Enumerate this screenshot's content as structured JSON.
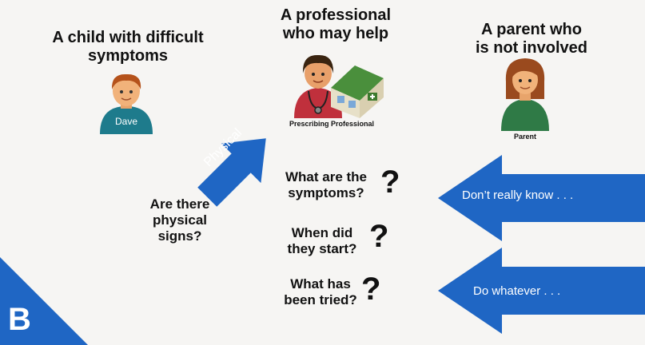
{
  "panel_letter": "B",
  "nodes": {
    "child": {
      "title_line1": "A child with difficult",
      "title_line2": "symptoms",
      "name": "Dave"
    },
    "professional": {
      "title_line1": "A professional",
      "title_line2": "who may help",
      "caption": "Prescribing Professional"
    },
    "parent": {
      "title_line1": "A parent who",
      "title_line2": "is not involved",
      "caption": "Parent"
    }
  },
  "arrows": {
    "physical": "Physical",
    "dont_know": "Don’t really know . . .",
    "do_whatever": "Do whatever . . ."
  },
  "questions": {
    "physical_signs": {
      "line1": "Are there",
      "line2": "physical",
      "line3": "signs?"
    },
    "symptoms": {
      "line1": "What are the",
      "line2": "symptoms?",
      "mark": "?"
    },
    "started": {
      "line1": "When did",
      "line2": "they start?",
      "mark": "?"
    },
    "tried": {
      "line1": "What has",
      "line2": "been tried?",
      "mark": "?"
    }
  },
  "colors": {
    "arrow": "#1f66c4",
    "page": "#f6f5f3"
  }
}
